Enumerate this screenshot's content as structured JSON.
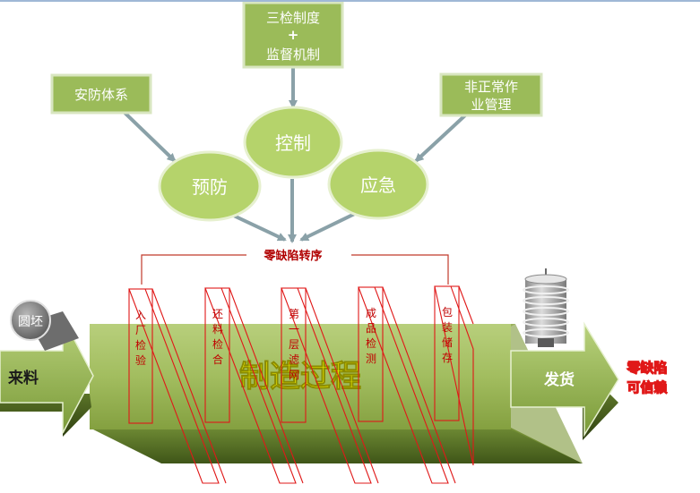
{
  "boxes": {
    "three_checks_line1": "三检制度",
    "three_checks_plus": "+",
    "three_checks_line2": "监督机制",
    "security_system": "安防体系",
    "abnormal_line1": "非正常作",
    "abnormal_line2": "业管理"
  },
  "ellipses": {
    "control": "控制",
    "prevent": "预防",
    "emergency": "应急"
  },
  "zero_defect_transfer": "零缺陷转序",
  "round_billet": "圆坯",
  "incoming": "来料",
  "manufacturing_process": "制造过程",
  "shipping": "发货",
  "result_line1": "零缺陷",
  "result_line2": "可信赖",
  "stages": [
    {
      "label": "入厂检验"
    },
    {
      "label": "还料检合"
    },
    {
      "label": "第一层滤网"
    },
    {
      "label": "成品检测"
    },
    {
      "label": "包装储存"
    }
  ],
  "colors": {
    "box_fill": "#9bbb59",
    "box_stroke": "#d8e6c0",
    "ellipse_fill": "#b5d36b",
    "arrow_gray": "#8aa1a8",
    "red": "#e01818",
    "pipe_top": "#d2e0a8",
    "pipe_front": "#9eb85a",
    "pipe_bottom": "#5f7a2c",
    "yellow": "#f5f000"
  }
}
